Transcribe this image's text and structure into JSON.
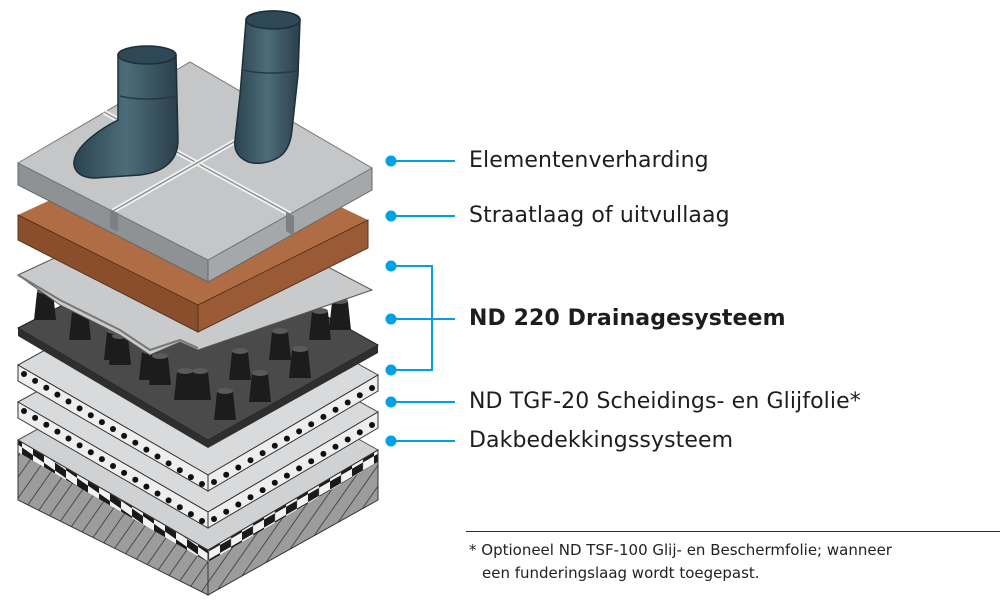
{
  "layers": [
    {
      "key": "pavers",
      "label": "Elementenverharding",
      "bold": false
    },
    {
      "key": "bedding",
      "label": "Straatlaag of uitvullaag",
      "bold": false
    },
    {
      "key": "drainage",
      "label": "ND 220 Drainagesysteem",
      "bold": true
    },
    {
      "key": "separation",
      "label": "ND TGF-20 Scheidings- en Glijfolie*",
      "bold": false
    },
    {
      "key": "roofing",
      "label": "Dakbedekkingssysteem",
      "bold": false
    }
  ],
  "footnote": {
    "line1": "* Optioneel ND TSF-100 Glij- en Beschermfolie; wanneer",
    "line2": "een funderingslaag wordt toegepast."
  },
  "colors": {
    "accent": "#00a0e3",
    "paver": "#b9bcbe",
    "bedding": "#a8633c",
    "boots": "#3c5966",
    "drainage": "#3a3a3a"
  },
  "icons": [
    "boots-icon"
  ]
}
